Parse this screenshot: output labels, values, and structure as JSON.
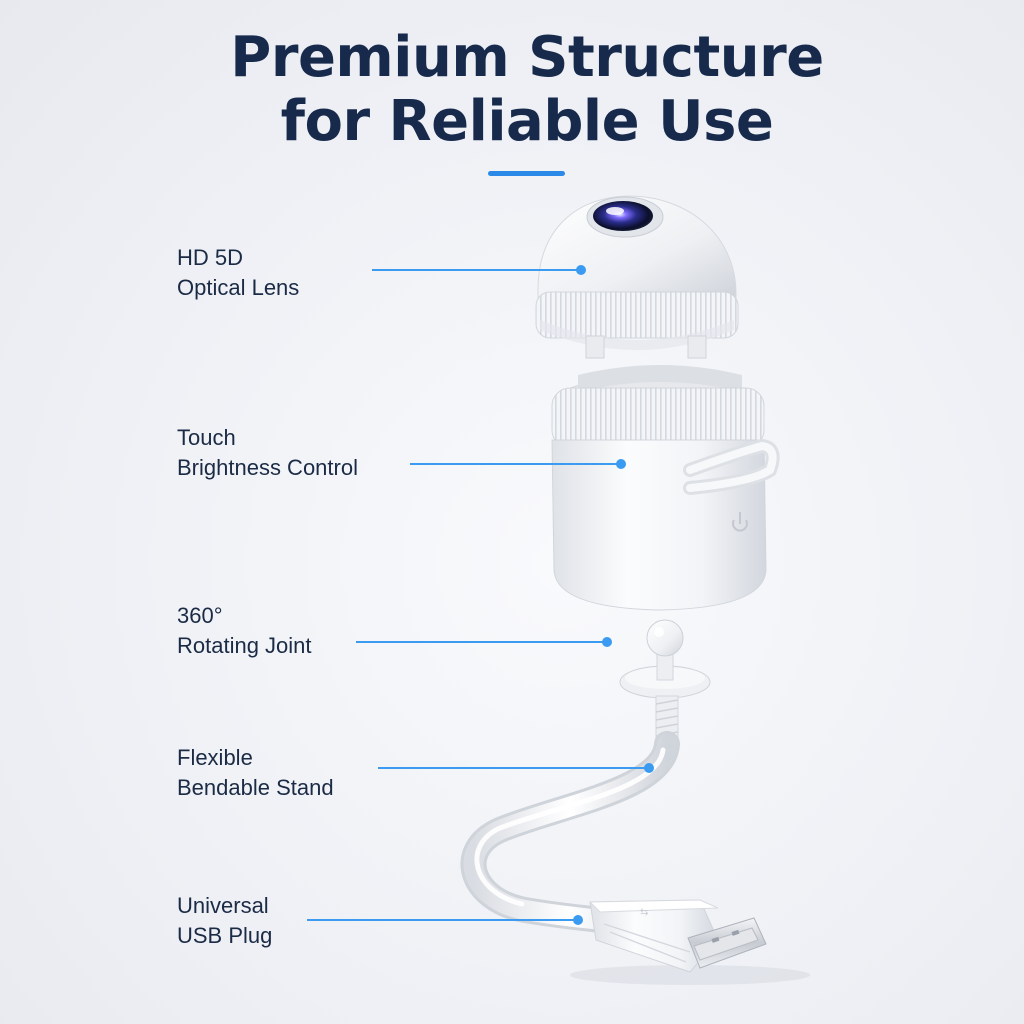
{
  "header": {
    "title_line1": "Premium Structure",
    "title_line2": "for Reliable Use"
  },
  "callouts": [
    {
      "line1": "HD 5D",
      "line2": "Optical Lens"
    },
    {
      "line1": "Touch",
      "line2": "Brightness Control"
    },
    {
      "line1": "360°",
      "line2": "Rotating Joint"
    },
    {
      "line1": "Flexible",
      "line2": "Bendable Stand"
    },
    {
      "line1": "Universal",
      "line2": "USB Plug"
    }
  ],
  "colors": {
    "title": "#172a4c",
    "accent": "#2b8ae8",
    "label_text": "#1b2b45",
    "background": "#eef0f5"
  },
  "icons": [
    "camera-lens-icon",
    "power-touch-icon",
    "usb-plug-icon"
  ]
}
